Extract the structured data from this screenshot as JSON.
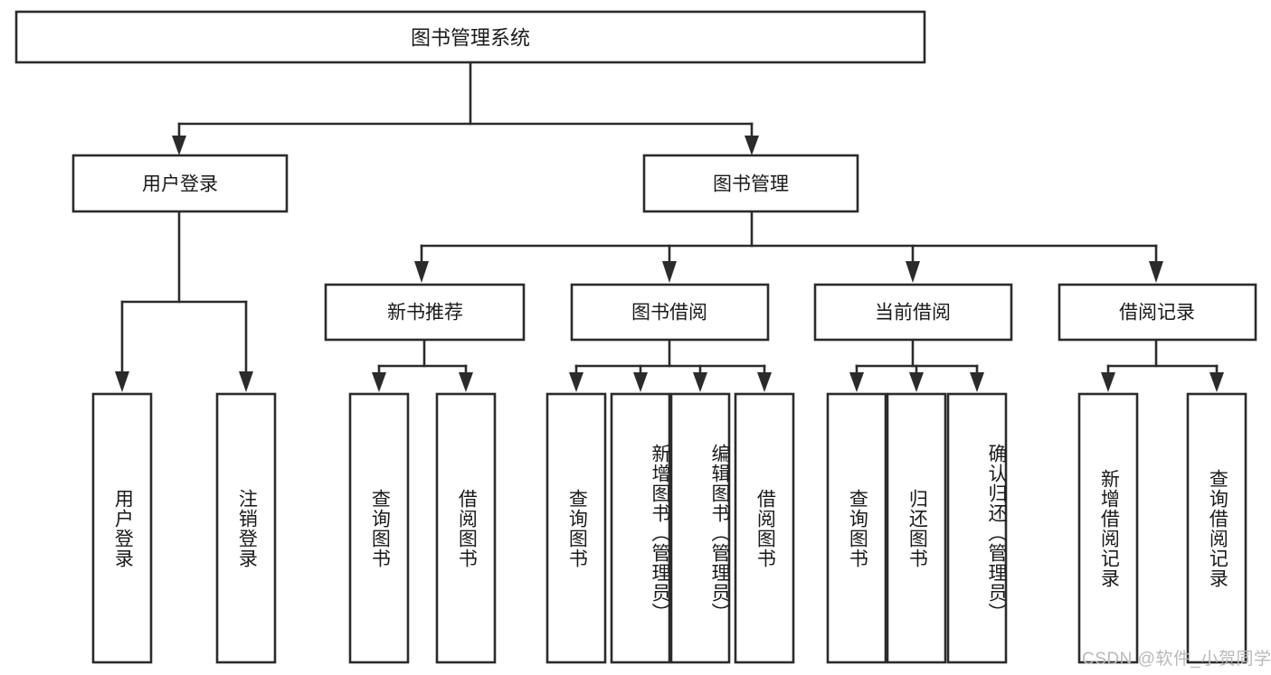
{
  "diagram": {
    "type": "tree-hierarchy",
    "title": "图书管理系统",
    "root": {
      "label": "图书管理系统",
      "id": "root-book-management-system"
    },
    "level2": [
      {
        "id": "user-login",
        "label": "用户登录"
      },
      {
        "id": "book-management",
        "label": "图书管理"
      }
    ],
    "level3": [
      {
        "id": "new-book-recommend",
        "label": "新书推荐"
      },
      {
        "id": "book-borrow",
        "label": "图书借阅"
      },
      {
        "id": "current-borrow",
        "label": "当前借阅"
      },
      {
        "id": "borrow-record",
        "label": "借阅记录"
      }
    ],
    "leaves": [
      {
        "id": "leaf-user-login",
        "label": "用户登录",
        "parent": "user-login"
      },
      {
        "id": "leaf-logout",
        "label": "注销登录",
        "parent": "user-login"
      },
      {
        "id": "leaf-query-book-1",
        "label": "查询图书",
        "parent": "new-book-recommend"
      },
      {
        "id": "leaf-borrow-book-1",
        "label": "借阅图书",
        "parent": "new-book-recommend"
      },
      {
        "id": "leaf-query-book-2",
        "label": "查询图书",
        "parent": "book-borrow"
      },
      {
        "id": "leaf-add-book",
        "label": "新增图书（管理员）",
        "parent": "book-borrow"
      },
      {
        "id": "leaf-edit-book",
        "label": "编辑图书（管理员）",
        "parent": "book-borrow"
      },
      {
        "id": "leaf-borrow-book-2",
        "label": "借阅图书",
        "parent": "book-borrow"
      },
      {
        "id": "leaf-query-book-3",
        "label": "查询图书",
        "parent": "current-borrow"
      },
      {
        "id": "leaf-return-book",
        "label": "归还图书",
        "parent": "current-borrow"
      },
      {
        "id": "leaf-confirm-return",
        "label": "确认归还（管理员）",
        "parent": "current-borrow"
      },
      {
        "id": "leaf-add-borrow-record",
        "label": "新增借阅记录",
        "parent": "borrow-record"
      },
      {
        "id": "leaf-query-borrow-record",
        "label": "查询借阅记录",
        "parent": "borrow-record"
      }
    ],
    "colors": {
      "box_stroke": "#2b2b2b",
      "box_fill": "#ffffff",
      "text": "#1a1a1a",
      "background": "#ffffff",
      "watermark": "#b9b9b9"
    }
  },
  "watermark": {
    "text": "CSDN @软件_小贺同学"
  }
}
